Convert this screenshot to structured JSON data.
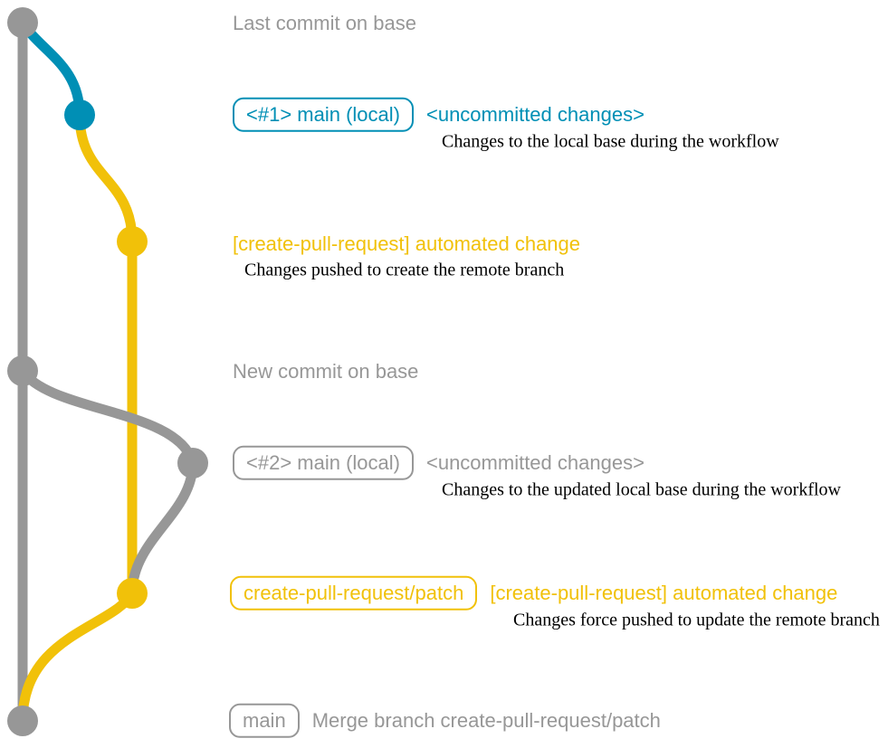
{
  "colors": {
    "gray": "#979797",
    "blue": "#008fb5",
    "yellow": "#f1c109",
    "description": "#000000",
    "background": "#ffffff"
  },
  "annotations": {
    "base_commit": {
      "message": "Last commit on base"
    },
    "local_main_1": {
      "branch_label": "<#1> main (local)",
      "message": "<uncommitted changes>",
      "description": "Changes to the local base during the workflow"
    },
    "automated_commit_1": {
      "message": "[create-pull-request] automated change",
      "description": "Changes pushed to create the remote branch"
    },
    "new_base_commit": {
      "message": "New commit on base"
    },
    "local_main_2": {
      "branch_label": "<#2> main (local)",
      "message": "<uncommitted changes>",
      "description": "Changes to the updated local base during the workflow"
    },
    "automated_commit_2": {
      "branch_label": "create-pull-request/patch",
      "message": "[create-pull-request] automated change",
      "description": "Changes force pushed to update the remote branch"
    },
    "merge_commit": {
      "branch_label": "main",
      "message": "Merge branch create-pull-request/patch"
    }
  }
}
